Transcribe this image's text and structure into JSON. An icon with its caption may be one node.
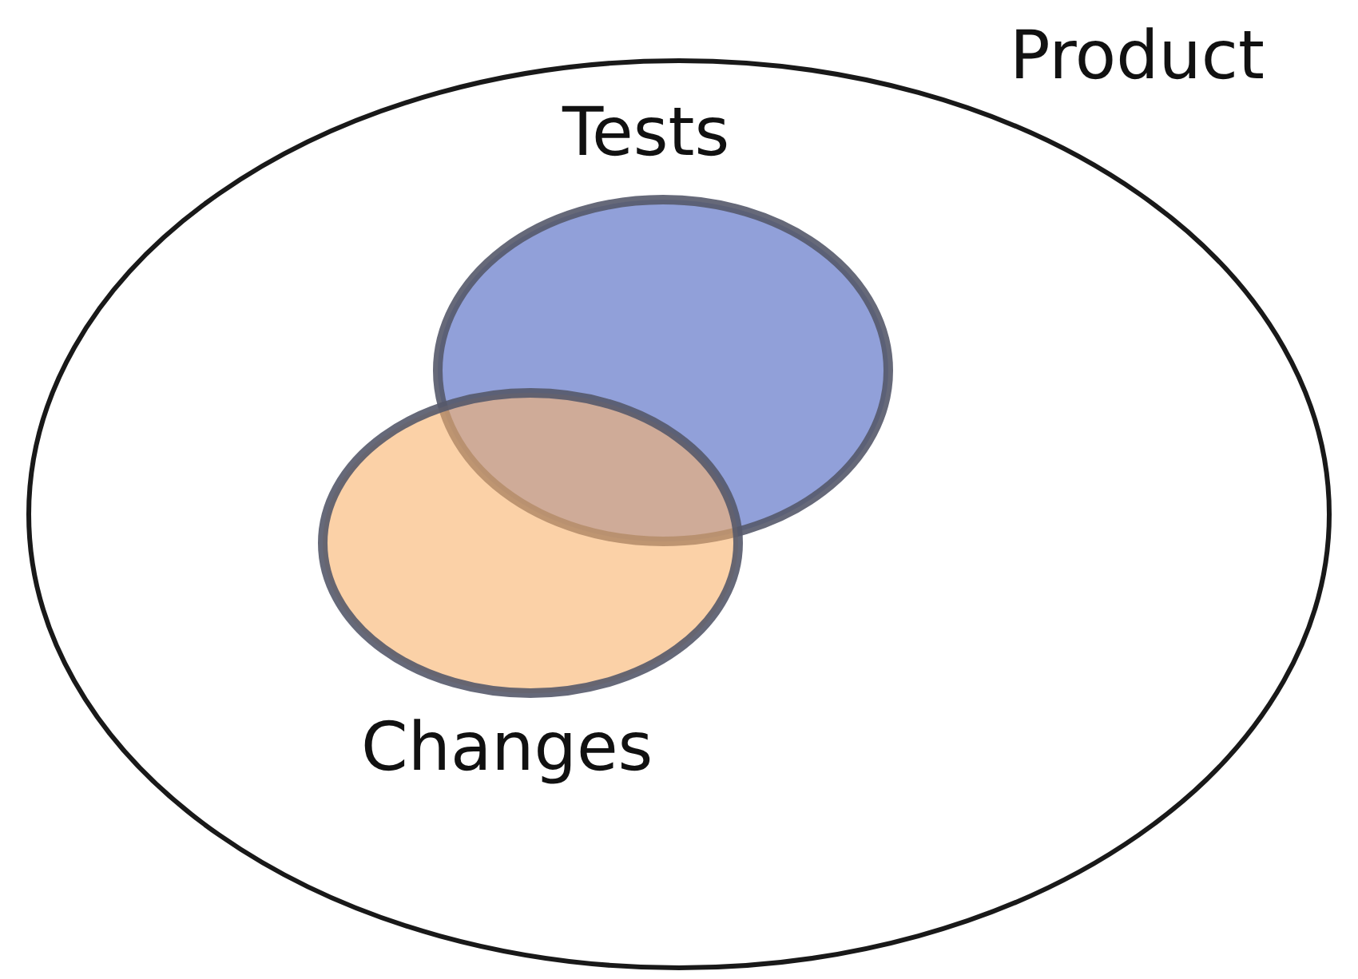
{
  "diagram": {
    "nodes": [
      {
        "text": [
          "Product"
        ]
      },
      {
        "text": [
          "Tests"
        ],
        "in": 0
      },
      {
        "text": [
          "Changes"
        ],
        "in": 0
      }
    ]
  }
}
